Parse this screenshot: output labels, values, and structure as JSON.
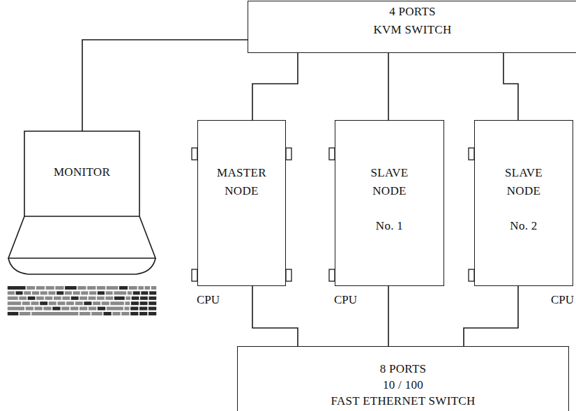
{
  "diagram": {
    "nodes": [
      {
        "text": [
          "4 PORTS",
          "KVM SWITCH"
        ]
      },
      {
        "text": [
          "MONITOR"
        ]
      },
      {
        "text": [
          "MASTER NODE",
          "CPU"
        ]
      },
      {
        "text": [
          "SLAVE NODE",
          "No. 1",
          "CPU"
        ]
      },
      {
        "text": [
          "SLAVE NODE",
          "No. 2",
          "CPU"
        ]
      },
      {
        "text": [
          "8 PORTS",
          "10 / 100",
          "FAST ETHERNET SWITCH"
        ]
      }
    ],
    "edges": [
      {
        "from": 0,
        "to": 1,
        "arrow": "none"
      },
      {
        "from": 0,
        "to": 2,
        "arrow": "none"
      },
      {
        "from": 0,
        "to": 3,
        "arrow": "none"
      },
      {
        "from": 0,
        "to": 4,
        "arrow": "none"
      },
      {
        "from": 2,
        "to": 5,
        "arrow": "none"
      },
      {
        "from": 3,
        "to": 5,
        "arrow": "none"
      },
      {
        "from": 4,
        "to": 5,
        "arrow": "none"
      }
    ]
  }
}
